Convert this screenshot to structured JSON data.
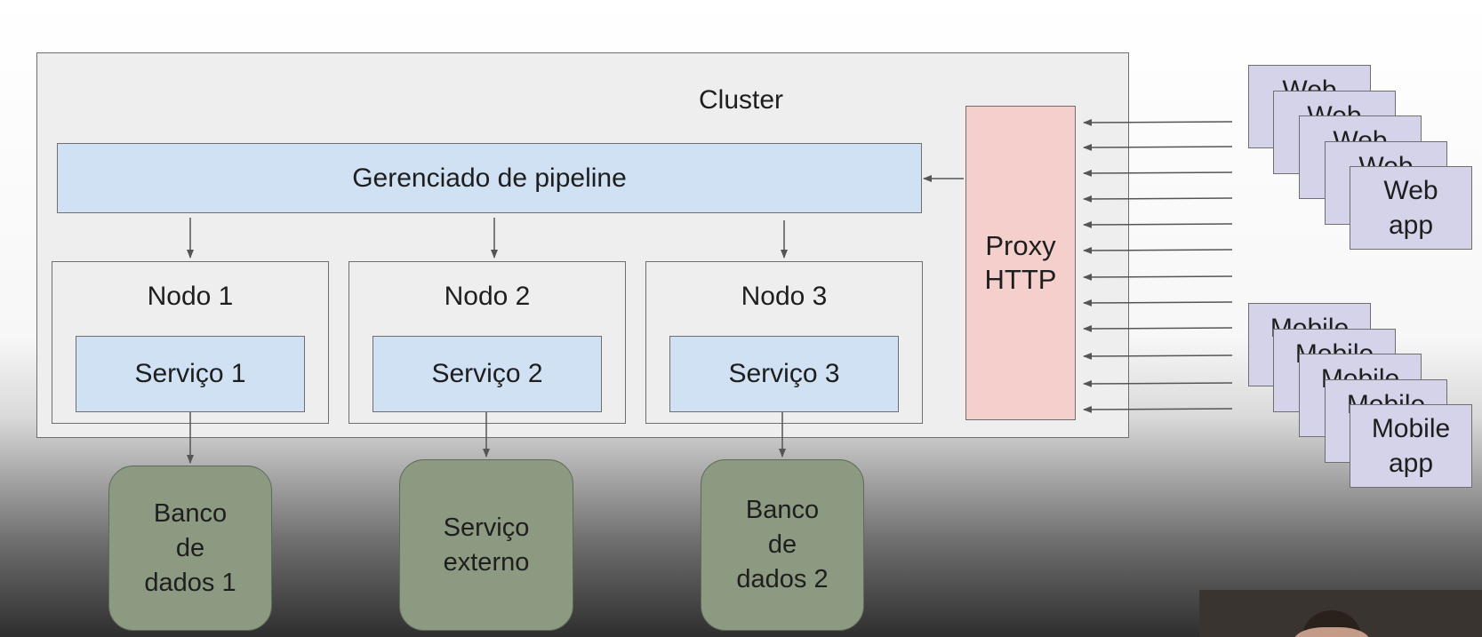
{
  "cluster": {
    "label": "Cluster"
  },
  "pipeline": {
    "label": "Gerenciado de pipeline"
  },
  "nodes": [
    {
      "label": "Nodo 1",
      "service": "Serviço 1"
    },
    {
      "label": "Nodo 2",
      "service": "Serviço 2"
    },
    {
      "label": "Nodo 3",
      "service": "Serviço 3"
    }
  ],
  "proxy": {
    "line1": "Proxy",
    "line2": "HTTP"
  },
  "externals": [
    {
      "line1": "Banco",
      "line2": "de",
      "line3": "dados 1"
    },
    {
      "line1": "Serviço",
      "line2": "externo"
    },
    {
      "line1": "Banco",
      "line2": "de",
      "line3": "dados 2"
    }
  ],
  "web_apps": {
    "back_label": "Web",
    "front_line1": "Web",
    "front_line2": "app"
  },
  "mobile_apps": {
    "back_label": "Mobile",
    "front_line1": "Mobile",
    "front_line2": "app"
  },
  "colors": {
    "cluster_bg": "#eeeeee",
    "blue_box": "#cfe1f3",
    "proxy": "#f4cfcb",
    "database": "#8d9a82",
    "client_card": "#d4d3ea"
  }
}
